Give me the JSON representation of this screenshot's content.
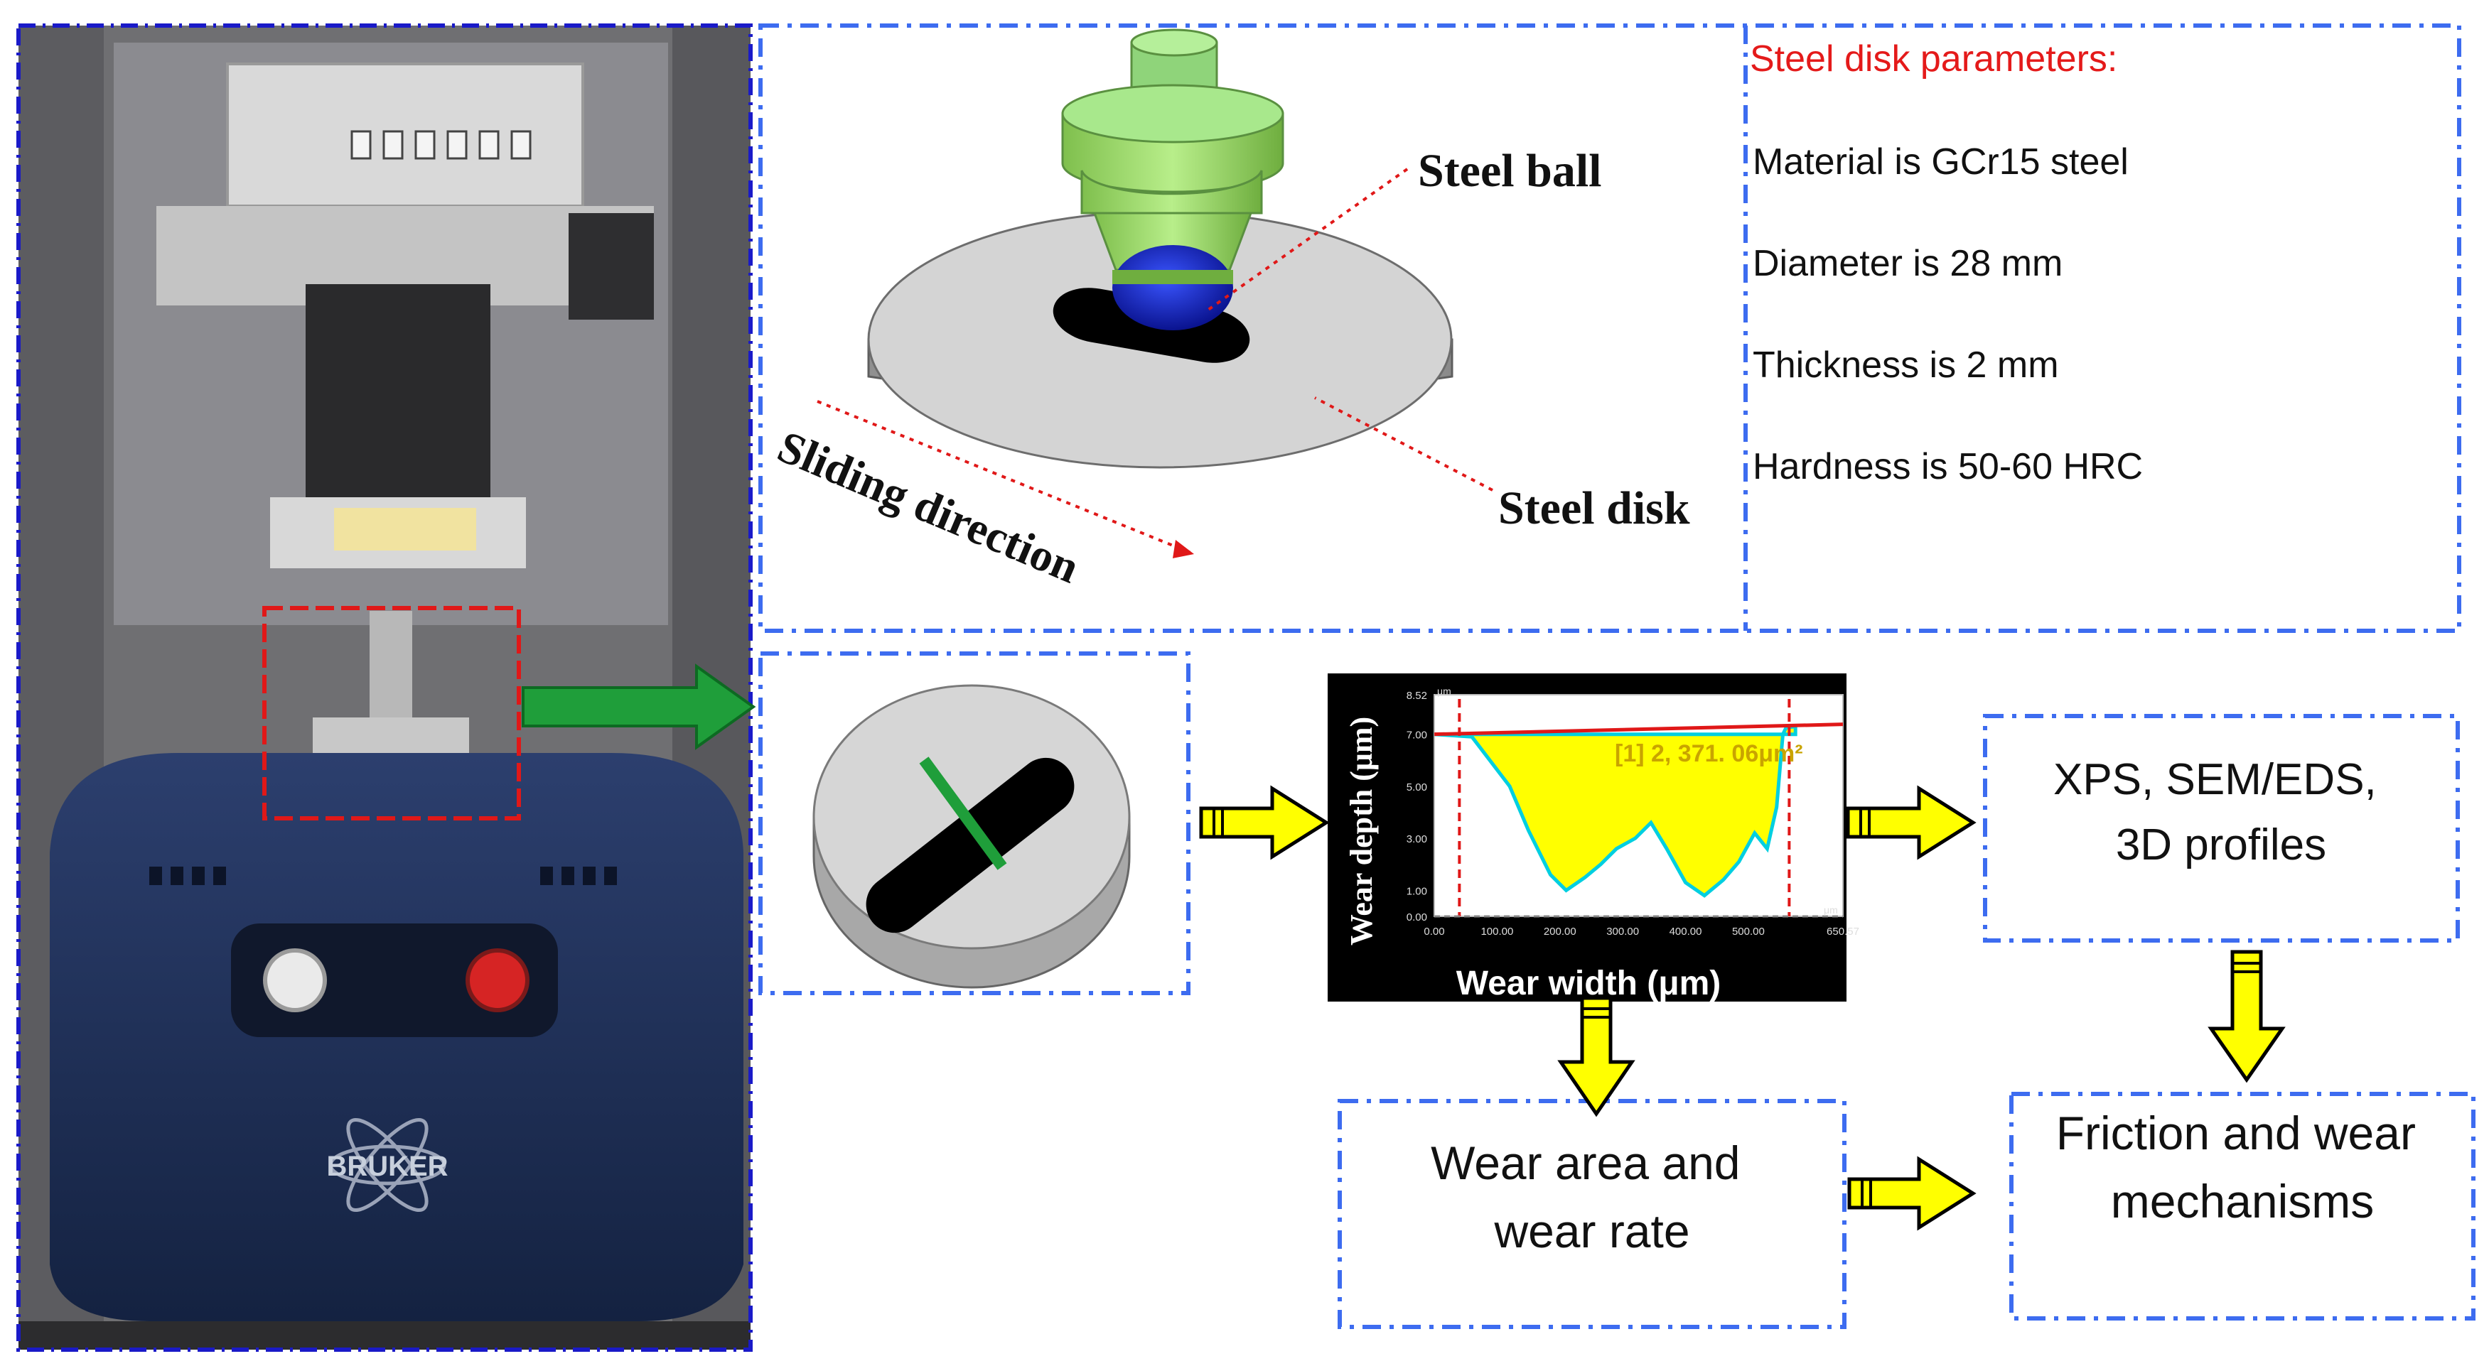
{
  "colors": {
    "box_border": "#3d6cf0",
    "photo_border": "#1a1ac8",
    "arrow_yellow": "#ffff00",
    "arrow_green": "#1f9e3a",
    "red_text": "#e41a1a",
    "profile_fill": "#ffff00",
    "profile_edge": "#00cfe0",
    "red_dashes": "#e01818"
  },
  "photo": {
    "brand_label": "BRUKER",
    "icon": "tribometer-photo"
  },
  "schematic": {
    "ball_label": "Steel ball",
    "disk_label": "Steel disk",
    "direction_label": "Sliding direction"
  },
  "parameters": {
    "title": "Steel disk parameters:",
    "lines": [
      "Material is GCr15 steel",
      "Diameter is 28 mm",
      "Thickness is 2 mm",
      "Hardness is 50-60 HRC"
    ]
  },
  "profile_chart": {
    "ylabel": "Wear depth (μm)",
    "xlabel": "Wear width (μm)",
    "area_label": "[1] 2, 371. 06μm²",
    "y_unit_mark": "μm",
    "x_unit_mark": "μm",
    "y_ticks": [
      "8.52",
      "7.00",
      "5.00",
      "3.00",
      "1.00",
      "0.00"
    ],
    "x_ticks": [
      "0.00",
      "100.00",
      "200.00",
      "300.00",
      "400.00",
      "500.00",
      "650.57"
    ]
  },
  "chart_data": {
    "type": "area",
    "title": "",
    "xlabel": "Wear width (μm)",
    "ylabel": "Wear depth (μm)",
    "xlim": [
      0,
      650.57
    ],
    "ylim": [
      0,
      8.52
    ],
    "annotation": "[1] 2, 371. 06μm²",
    "x": [
      0,
      60,
      120,
      150,
      185,
      210,
      240,
      265,
      290,
      320,
      345,
      370,
      400,
      430,
      460,
      485,
      510,
      530,
      545,
      555,
      560,
      575
    ],
    "y": [
      7.0,
      6.9,
      5.0,
      3.3,
      1.6,
      1.0,
      1.5,
      2.0,
      2.6,
      3.0,
      3.6,
      2.6,
      1.3,
      0.8,
      1.4,
      2.1,
      3.2,
      2.6,
      4.2,
      7.0,
      7.25,
      7.3
    ],
    "grid": false
  },
  "flow": {
    "analysis_box": "XPS, SEM/EDS,\n3D profiles",
    "wear_box": "Wear area and\nwear rate",
    "mechanism_box": "Friction and wear\nmechanisms"
  }
}
